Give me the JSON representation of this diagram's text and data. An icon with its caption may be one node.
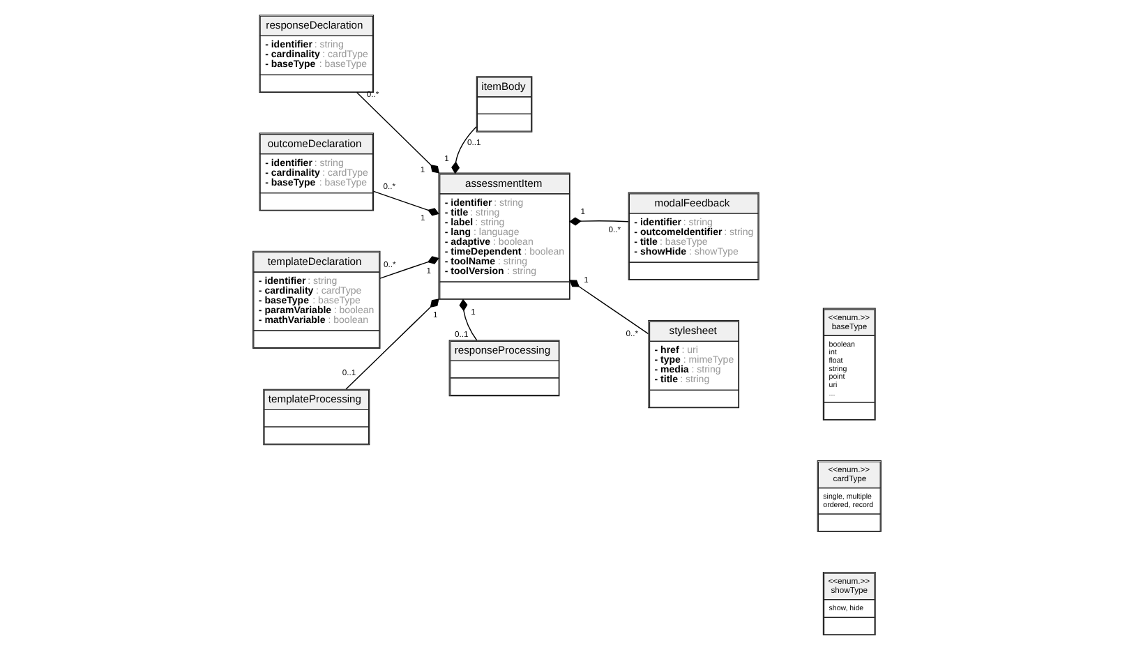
{
  "diagram": {
    "nodes": [
      {
        "text": [
          "responseDeclaration",
          "- identifier : string",
          "- cardinality : cardType",
          "- baseType : baseType"
        ]
      },
      {
        "text": [
          "itemBody"
        ]
      },
      {
        "text": [
          "modalFeedback",
          "- identifier : string",
          "- outcomeIdentifier : string",
          "- title : baseType",
          "- showHide : showType"
        ]
      },
      {
        "text": [
          "outcomeDeclaration",
          "- identifier : string",
          "- cardinality : cardType",
          "- baseType : baseType"
        ]
      },
      {
        "text": [
          "assessmentItem",
          "- identifier : string",
          "- title : string",
          "- label : string",
          "- lang : language",
          "- adaptive : boolean",
          "- timeDependent : boolean",
          "- toolName : string",
          "- toolVersion : string"
        ]
      },
      {
        "text": [
          "stylesheet",
          "- href : uri",
          "- type : mimeType",
          "- media : string",
          "- title : string"
        ]
      },
      {
        "text": [
          "templateDeclaration",
          "- identifier : string",
          "- cardinality : cardType",
          "- baseType : baseType",
          "- paramVariable : boolean",
          "- mathVariable : boolean"
        ]
      },
      {
        "text": [
          "<<enum.>>",
          "baseType",
          "boolean",
          "int",
          "float",
          "string",
          "point",
          "uri",
          "..."
        ]
      },
      {
        "text": [
          "<<enum.>>",
          "cardType",
          "single, multiple",
          "ordered, record"
        ]
      },
      {
        "text": [
          "<<enum.>>",
          "showType",
          "show, hide"
        ]
      },
      {
        "text": [
          "templateProcessing"
        ]
      },
      {
        "text": [
          "responseProcessing"
        ]
      }
    ],
    "edges": [
      {
        "from": 0,
        "to": 4,
        "arrow": "other",
        "label": "0..*"
      },
      {
        "from": 1,
        "to": 4,
        "arrow": "other",
        "label": "0..1"
      },
      {
        "from": 2,
        "to": 4,
        "arrow": "other",
        "label": "0..*"
      },
      {
        "from": 3,
        "to": 4,
        "arrow": "other",
        "label": "0..*"
      },
      {
        "from": 5,
        "to": 4,
        "arrow": "other",
        "label": "0..*"
      },
      {
        "from": 6,
        "to": 4,
        "arrow": "other",
        "label": "0..*"
      },
      {
        "from": 10,
        "to": 4,
        "arrow": "other",
        "label": "0..1"
      },
      {
        "from": 11,
        "to": 4,
        "arrow": "other",
        "label": "0..1"
      }
    ],
    "labels": [
      "1",
      "1",
      "1",
      "1",
      "1",
      "1",
      "1",
      "1"
    ]
  }
}
